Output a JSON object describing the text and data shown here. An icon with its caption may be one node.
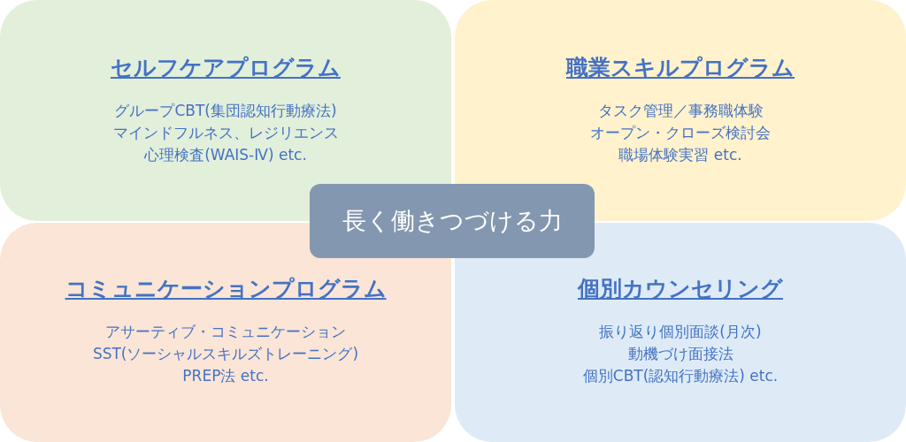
{
  "diagram": {
    "nodes": [
      {
        "text": [
          "セルフケアプログラム",
          "グループCBT(集団認知行動療法)",
          "マインドフルネス、レジリエンス",
          "心理検査(WAIS-Ⅳ)  etc."
        ]
      },
      {
        "text": [
          "職業スキルプログラム",
          "タスク管理／事務職体験",
          "オープン・クローズ検討会",
          "職場体験実習  etc."
        ]
      },
      {
        "text": [
          "コミュニケーションプログラム",
          "アサーティブ・コミュニケーション",
          "SST(ソーシャルスキルズトレーニング)",
          "PREP法  etc."
        ]
      },
      {
        "text": [
          "個別カウンセリング",
          "振り返り個別面談(月次)",
          "動機づけ面接法",
          "個別CBT(認知行動療法) etc."
        ]
      },
      {
        "text": [
          "長く働きつづける力"
        ]
      }
    ]
  }
}
